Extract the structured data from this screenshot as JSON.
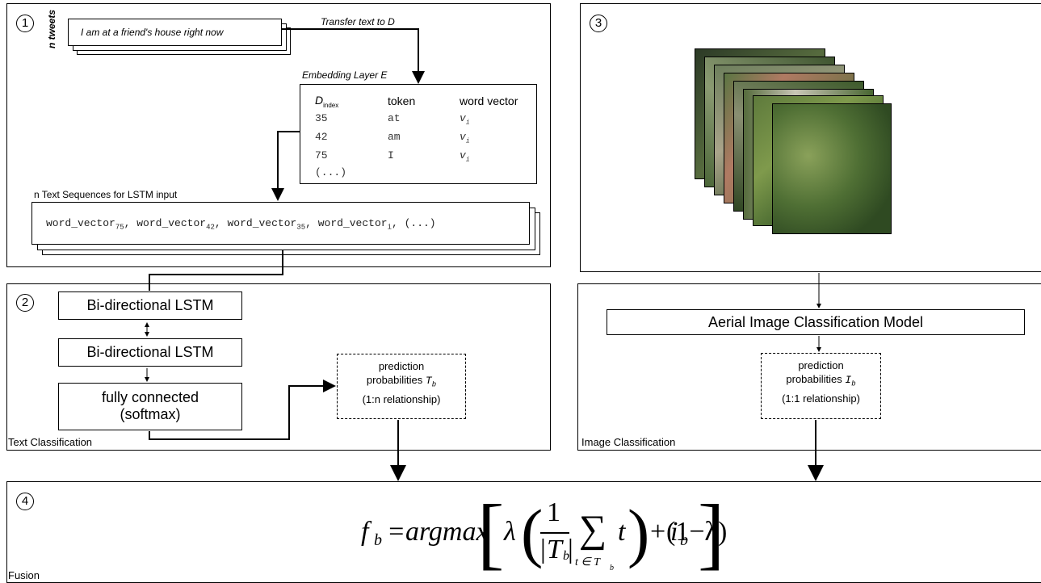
{
  "panel1": {
    "number": "1",
    "tweets_label": "n tweets",
    "tweet_text": "I am at a friend's house right now",
    "transfer_label": "Transfer text to D",
    "embedding_label": "Embedding Layer E",
    "table": {
      "col_index": "D",
      "col_index_sub": "index",
      "col_token": "token",
      "col_vector": "word vector",
      "rows": [
        {
          "index": "35",
          "token": "at",
          "vector": "v"
        },
        {
          "index": "42",
          "token": "am",
          "vector": "v"
        },
        {
          "index": "75",
          "token": "I",
          "vector": "v"
        },
        {
          "index": "(...)",
          "token": "",
          "vector": ""
        }
      ],
      "vector_sub": "i"
    },
    "sequences_label": "n Text Sequences for LSTM input",
    "sequence": {
      "w1": "word_vector",
      "s1": "75",
      "w2": "word_vector",
      "s2": "42",
      "w3": "word_vector",
      "s3": "35",
      "w4": "word_vector",
      "s4": "i",
      "end": "(...)"
    }
  },
  "panel2": {
    "number": "2",
    "lstm1": "Bi-directional LSTM",
    "lstm2": "Bi-directional LSTM",
    "fc_line1": "fully connected",
    "fc_line2": "(softmax)",
    "pred_line1": "prediction",
    "pred_line2": "probabilities",
    "pred_var": "T",
    "pred_sub": "b",
    "pred_line3": "(1:n relationship)",
    "caption": "Text Classification"
  },
  "panel3": {
    "number": "3"
  },
  "panel_img": {
    "model": "Aerial Image Classification Model",
    "pred_line1": "prediction",
    "pred_line2": "probabilities",
    "pred_var": "I",
    "pred_sub": "b",
    "pred_line3": "(1:1 relationship)",
    "caption": "Image Classification"
  },
  "panel4": {
    "number": "4",
    "caption": "Fusion",
    "formula": {
      "f": "f",
      "fsub": "b",
      "eq": "=argmax",
      "lambda": "λ",
      "one": "1",
      "T": "T",
      "Tsub": "b",
      "sum": "∑",
      "sumsub": "t ∈ T",
      "sumsubsub": "b",
      "t": "t",
      "plus": "+",
      "onem": "(1−λ)",
      "i": "i",
      "isub": "b"
    }
  },
  "colors": {
    "line": "#000000",
    "green_dark": "#3f5a2a",
    "green_light": "#7c9a55"
  }
}
